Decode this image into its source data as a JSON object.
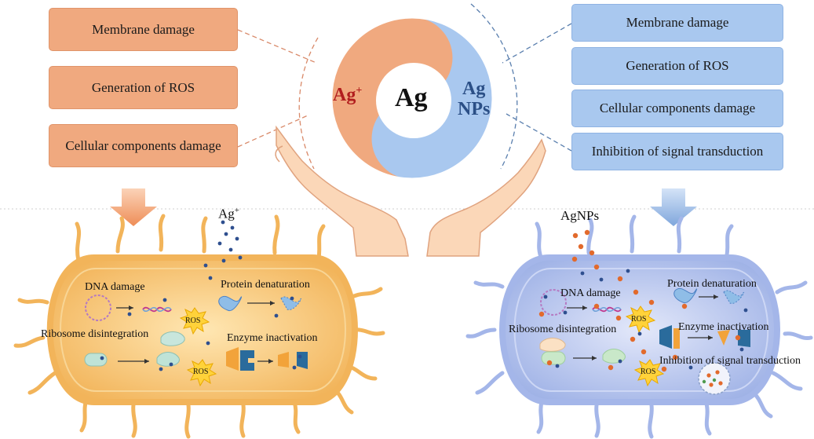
{
  "center": {
    "core": "Ag",
    "left_label": "Ag",
    "left_label_sup": "+",
    "right_label_line1": "Ag",
    "right_label_line2": "NPs"
  },
  "left_boxes": [
    "Membrane damage",
    "Generation of ROS",
    "Cellular components damage"
  ],
  "right_boxes": [
    "Membrane damage",
    "Generation of ROS",
    "Cellular components damage",
    "Inhibition of signal transduction"
  ],
  "left_cell": {
    "ion_label": "Ag",
    "ion_label_sup": "+",
    "labels": {
      "dna": "DNA damage",
      "protein": "Protein denaturation",
      "ribosome": "Ribosome disintegration",
      "enzyme": "Enzyme inactivation",
      "ros": "ROS"
    }
  },
  "right_cell": {
    "ion_label": "AgNPs",
    "labels": {
      "dna": "DNA damage",
      "protein": "Protein denaturation",
      "ribosome": "Ribosome disintegration",
      "enzyme": "Enzyme inactivation",
      "signal": "Inhibition of signal transduction",
      "ros": "ROS"
    }
  },
  "colors": {
    "orange_box": "#f0a97f",
    "blue_box": "#a9c8ef",
    "orange_cell": "#f7c873",
    "blue_cell": "#b8c6ee",
    "ag_ion": "#e9956a",
    "agnp": "#8fb0dd",
    "ros": "#ffd23a"
  }
}
